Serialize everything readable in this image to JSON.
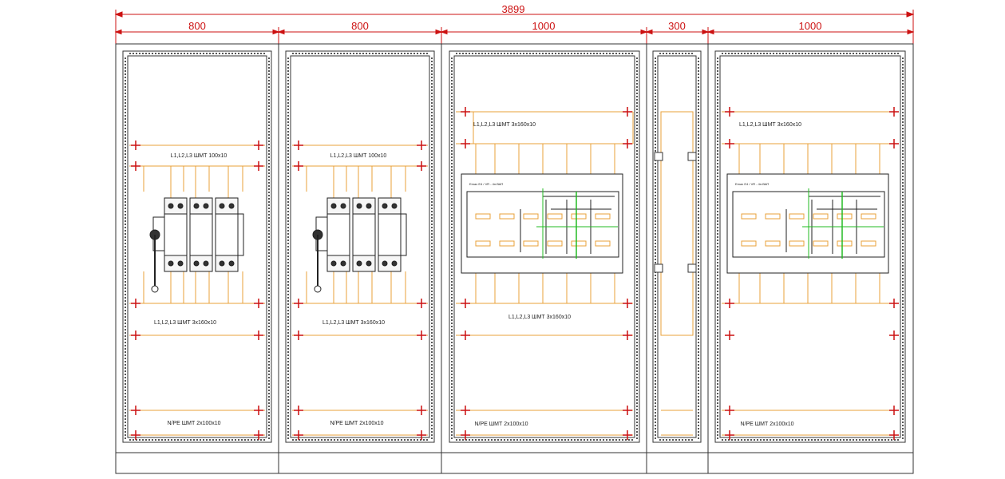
{
  "drawing": {
    "total_width_label": "3899",
    "section_width_labels": [
      "800",
      "800",
      "1000",
      "300",
      "1000"
    ],
    "bus_labels": {
      "sec1_top": "L1,L2,L3 ШМТ 100х10",
      "sec1_mid": "L1,L2,L3 ШМТ 3х160х10",
      "sec1_bot": "N/PE ШМТ 2х100х10",
      "sec2_top": "L1,L2,L3 ШМТ 100х10",
      "sec2_mid": "L1,L2,L3 ШМТ 3х160х10",
      "sec2_bot": "N/PE ШМТ 2х100х10",
      "sec3_top": "L1,L2,L3 ШМТ 3х160х10",
      "sec3_mid": "L1,L2,L3 ШМТ 3х160х10",
      "sec3_bot": "N/PE ШМТ 2х100х10",
      "sec5_top": "L1,L2,L3 ШМТ 3х160х10",
      "sec5_bot": "N/PE ШМТ 2х100х10"
    },
    "breaker_plate_label": "Emax E4 / VR - 4н.ВАП"
  },
  "colors": {
    "dimension": "#cc1111",
    "busbar": "#e8a03a",
    "frame": "#333333",
    "measure": "#22bb22"
  }
}
